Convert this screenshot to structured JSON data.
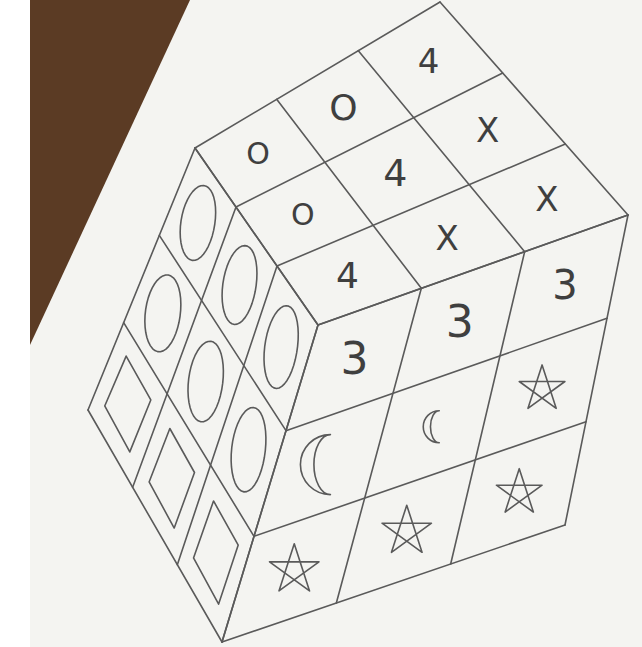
{
  "diagram": {
    "labels": [
      "O",
      "O",
      "4",
      "O",
      "4",
      "X",
      "4",
      "X",
      "X",
      "3",
      "3",
      "3"
    ]
  }
}
